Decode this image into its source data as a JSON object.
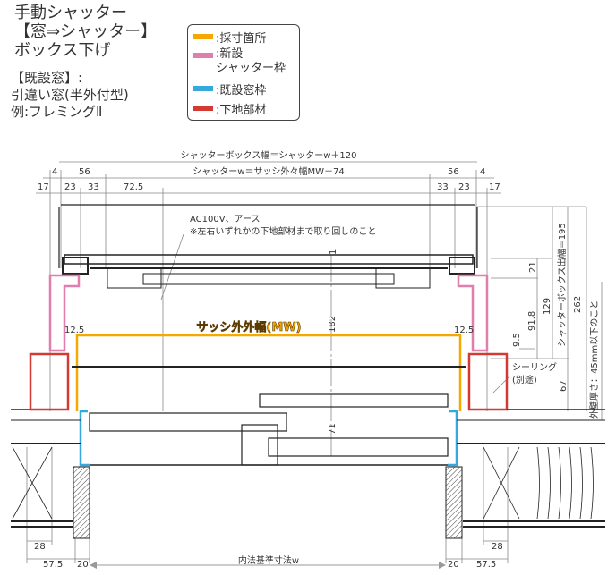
{
  "title": {
    "line1": "手動シャッター",
    "line2": "【窓⇒シャッター】",
    "line3": "ボックス下げ"
  },
  "existing_window": {
    "line1": "【既設窓】:",
    "line2": "引違い窓(半外付型)",
    "line3": "例:フレミングⅡ"
  },
  "legend": {
    "items": [
      {
        "label": ":採寸箇所",
        "color": "#f5a800"
      },
      {
        "label": ":新設\nシャッター枠",
        "label1": ":新設",
        "label2": "シャッター枠",
        "color": "#e07fae"
      },
      {
        "label": ":既設窓枠",
        "color": "#36a9dc"
      },
      {
        "label": ":下地部材",
        "color": "#d33a33"
      }
    ]
  },
  "dimensions": {
    "box_width": "シャッターボックス幅＝シャッターw＋120",
    "shutter_w": "シャッターw＝サッシ外々幅MW－74",
    "d4": "4",
    "d56": "56",
    "d17": "17",
    "d23": "23",
    "d33": "33",
    "d72_5": "72.5",
    "d12_5": "12.5",
    "d182": "182",
    "d71": "71",
    "d1": "1",
    "d21": "21",
    "d129": "129",
    "d91_8": "91.8",
    "d9_5": "9.5",
    "d67": "67",
    "d262": "262",
    "box_depth": "シャッターボックス出幅＝195",
    "wall_note": "外壁厚さ：45mm以下のこと",
    "d28": "28",
    "d57_5": "57.5",
    "d20": "20",
    "inner_width": "内法基準寸法w"
  },
  "notes": {
    "power_line1": "AC100V、アース",
    "power_line2": "※左右いずれかの下地部材まで取り回しのこと",
    "mw_label": "サッシ外外幅(MW)",
    "sealing_line1": "シーリング",
    "sealing_line2": "(別途)"
  }
}
